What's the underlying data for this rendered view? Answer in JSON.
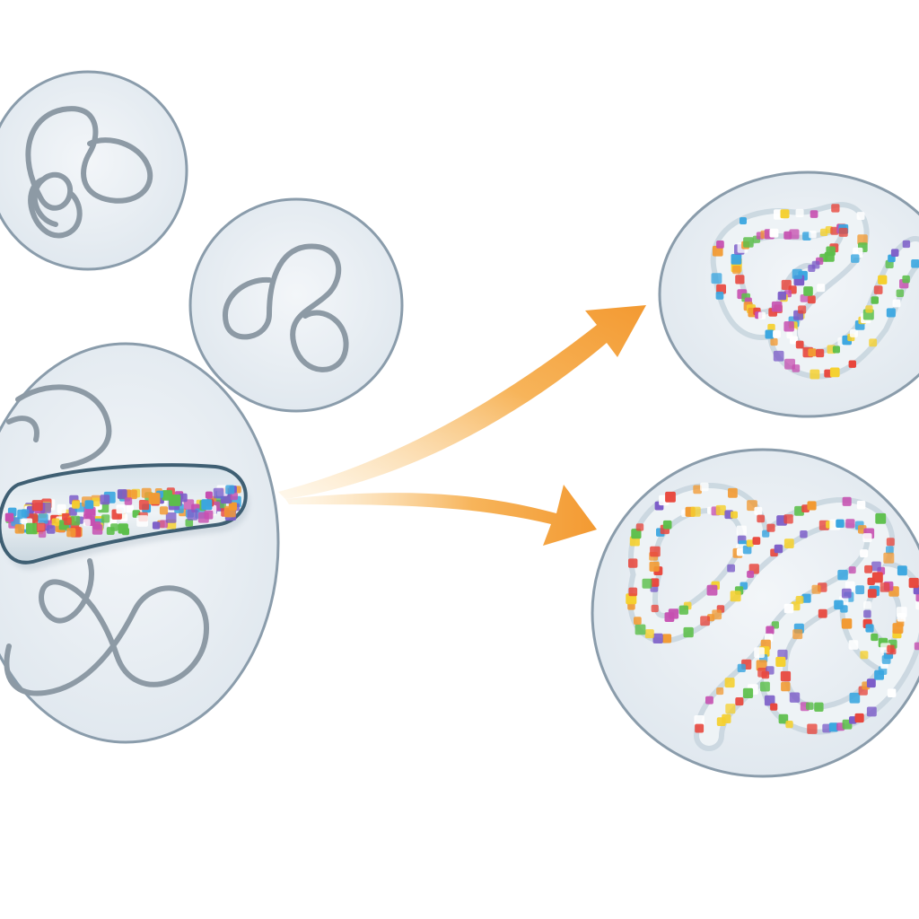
{
  "colors": {
    "background": "#ffffff",
    "cell_fill": "#e8eef3",
    "cell_stroke": "#8a9cab",
    "strand": "#8d9aa5",
    "tube_stroke": "#3f5f73",
    "arrow_light": "#fbd08a",
    "arrow_dark": "#f39a32",
    "bead_palette": [
      "#e8463c",
      "#f29a32",
      "#f5d02e",
      "#5cbf4a",
      "#3aa6e0",
      "#7b5cc8",
      "#c64fb0",
      "#ffffff"
    ]
  },
  "diagram": {
    "nodes": [
      {
        "id": "small-cell-1",
        "kind": "cell",
        "content": "coiled-strand"
      },
      {
        "id": "small-cell-2",
        "kind": "cell",
        "content": "coiled-strand"
      },
      {
        "id": "source-cell",
        "kind": "cell",
        "content": "strand-with-packed-tube"
      },
      {
        "id": "result-cell-1",
        "kind": "cell",
        "content": "looped-beaded-tube"
      },
      {
        "id": "result-cell-2",
        "kind": "cell",
        "content": "looped-beaded-tube"
      }
    ],
    "edges": [
      {
        "from": "source-cell",
        "to": "result-cell-1",
        "style": "curved-gradient-arrow"
      },
      {
        "from": "source-cell",
        "to": "result-cell-2",
        "style": "curved-gradient-arrow"
      }
    ]
  }
}
